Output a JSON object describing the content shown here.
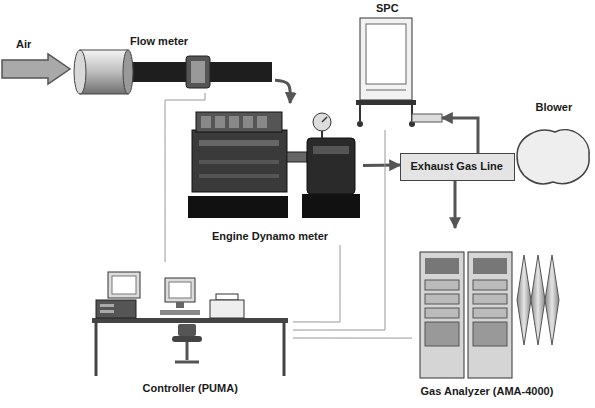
{
  "diagram": {
    "nodes": [
      {
        "text": [
          "Air"
        ]
      },
      {
        "text": [
          "Flow meter"
        ]
      },
      {
        "text": [
          "SPC"
        ]
      },
      {
        "text": [
          "Engine Dynamo meter"
        ]
      },
      {
        "text": [
          "Exhaust Gas Line"
        ]
      },
      {
        "text": [
          "Blower"
        ]
      },
      {
        "text": [
          "Controller (PUMA)"
        ]
      },
      {
        "text": [
          "Gas Analyzer (AMA-4000)"
        ]
      }
    ],
    "edges": [
      {
        "from": 1,
        "to": 3,
        "arrow": "to"
      },
      {
        "from": 3,
        "to": 4,
        "arrow": "to"
      },
      {
        "from": 4,
        "to": 2,
        "arrow": "to"
      },
      {
        "from": 4,
        "to": 7,
        "arrow": "to"
      },
      {
        "from": 6,
        "to": 1,
        "arrow": "none"
      },
      {
        "from": 6,
        "to": 3,
        "arrow": "none"
      },
      {
        "from": 6,
        "to": 2,
        "arrow": "none"
      },
      {
        "from": 6,
        "to": 7,
        "arrow": "none"
      }
    ]
  }
}
